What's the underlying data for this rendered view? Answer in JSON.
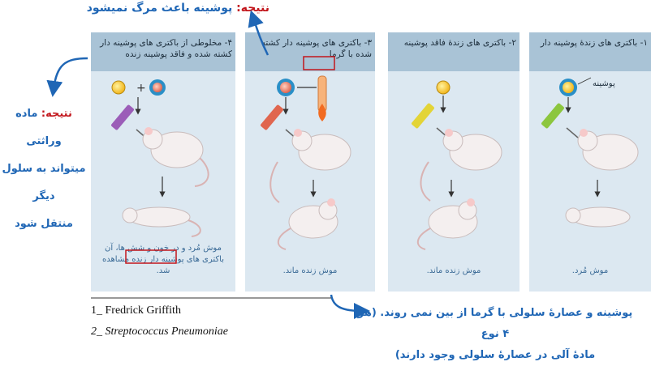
{
  "top_result": {
    "label": "نتیجه:",
    "text": "پوشینه باعث مرگ نمیشود"
  },
  "side_result": {
    "label": "نتیجه:",
    "line1": "ماده وراثتی",
    "line2": "میتواند به سلول دیگر",
    "line3": "منتقل شود"
  },
  "panels": [
    {
      "title": "۴- مخلوطی از باکتری های پوشینه دار کشته شده و فاقد پوشینه زنده",
      "caption": "موش مُرد و در خون و شش ها، آن باکتری های پوشینه دار زنده مشاهده شد.",
      "highlight": "خون و شش ها"
    },
    {
      "title": "۳- باکتری های پوشینه دار کشته شده با گرما",
      "caption": "موش زنده ماند.",
      "highlight": "با گرما"
    },
    {
      "title": "۲- باکتری های زندهٔ فاقد پوشینه",
      "caption": "موش زنده ماند."
    },
    {
      "title": "۱- باکتری های زندهٔ پوشینه دار",
      "caption": "موش مُرد.",
      "capsule_label": "پوشینه"
    }
  ],
  "references": [
    "1_ Fredrick Griffith",
    "2_ Streptococcus Pneumoniae"
  ],
  "bottom_note": {
    "line1": "پوشینه و عصارهٔ سلولی با گرما از بین نمی روند. (هر ۴ نوع",
    "line2": "مادهٔ آلی در عصارهٔ سلولی وجود دارند)"
  },
  "colors": {
    "accent": "#1f66b5",
    "result_red": "#c2161c",
    "panel": "#dce8f1",
    "panel_head": "#a9c3d6"
  }
}
